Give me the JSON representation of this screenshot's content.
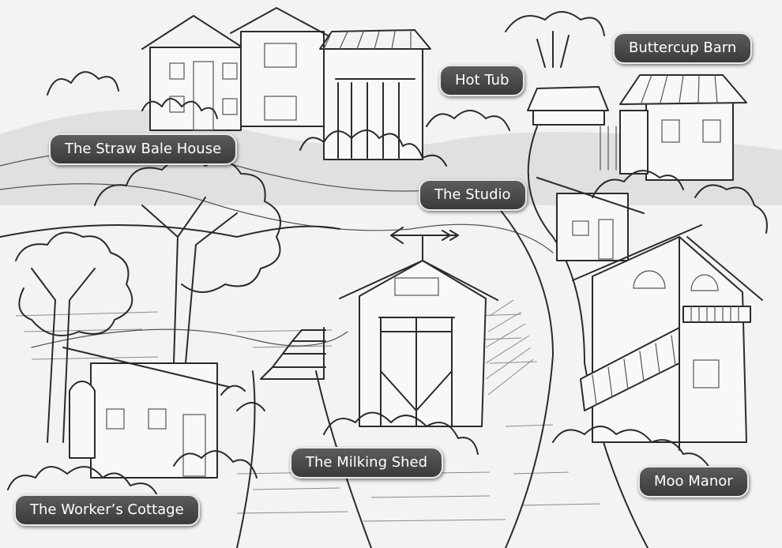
{
  "labels": {
    "straw_bale_house": "The Straw Bale House",
    "hot_tub": "Hot Tub",
    "buttercup_barn": "Buttercup Barn",
    "studio": "The Studio",
    "milking_shed": "The Milking Shed",
    "moo_manor": "Moo Manor",
    "workers_cottage": "The Worker’s Cottage"
  }
}
